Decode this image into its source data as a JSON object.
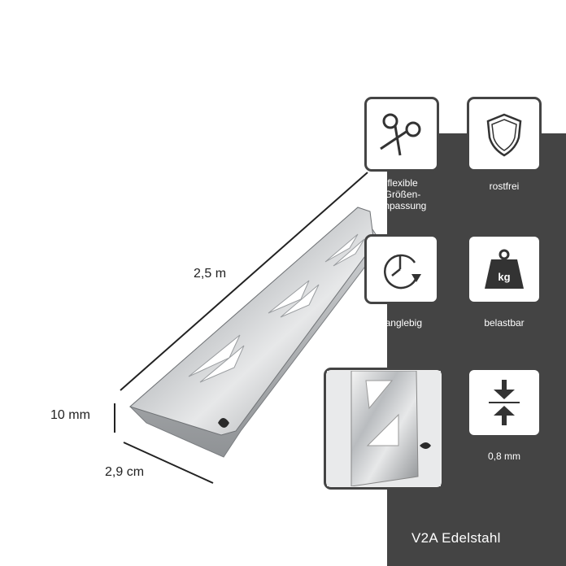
{
  "dimensions": {
    "length": "2,5 m",
    "height": "10 mm",
    "width": "2,9 cm"
  },
  "features": {
    "flexible": "flexible\nGrößen-\nanpassung",
    "rostfrei": "rostfrei",
    "langlebig": "langlebig",
    "belastbar": "belastbar",
    "kg_glyph": "kg",
    "thickness": "0,8 mm"
  },
  "footer": {
    "material": "V2A Edelstahl"
  },
  "colors": {
    "panel": "#444444",
    "tile": "#ffffff",
    "icon_stroke": "#333333"
  },
  "icons": [
    "scissors-icon",
    "shield-icon",
    "clock-icon",
    "weight-icon",
    "thickness-arrows-icon"
  ]
}
